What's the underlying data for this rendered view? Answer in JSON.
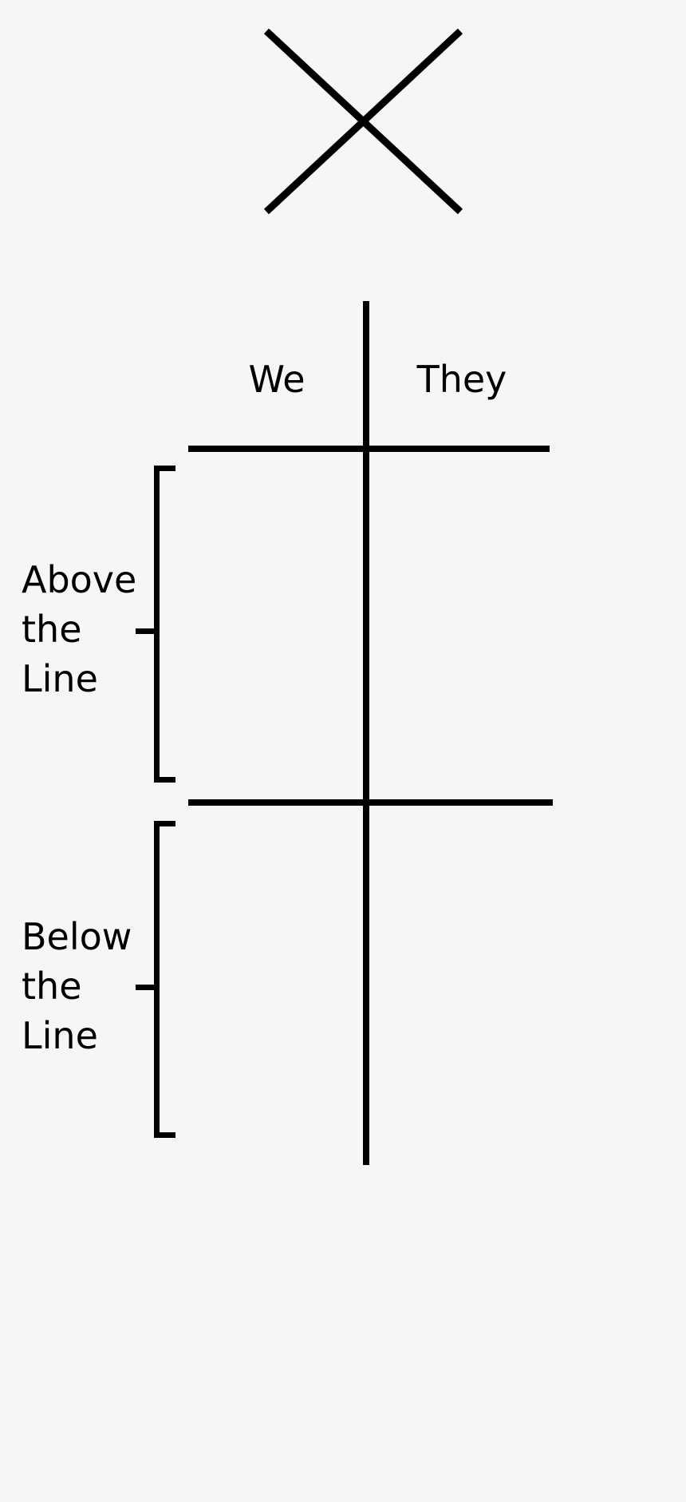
{
  "colors": {
    "background": "#f6f6f6",
    "line": "#000000"
  },
  "icons": {
    "top_mark": "cross-icon"
  },
  "scoresheet": {
    "columns": {
      "left": "We",
      "right": "They"
    },
    "sections": {
      "above": "Above\nthe\nLine",
      "below": "Below\nthe\nLine"
    }
  }
}
